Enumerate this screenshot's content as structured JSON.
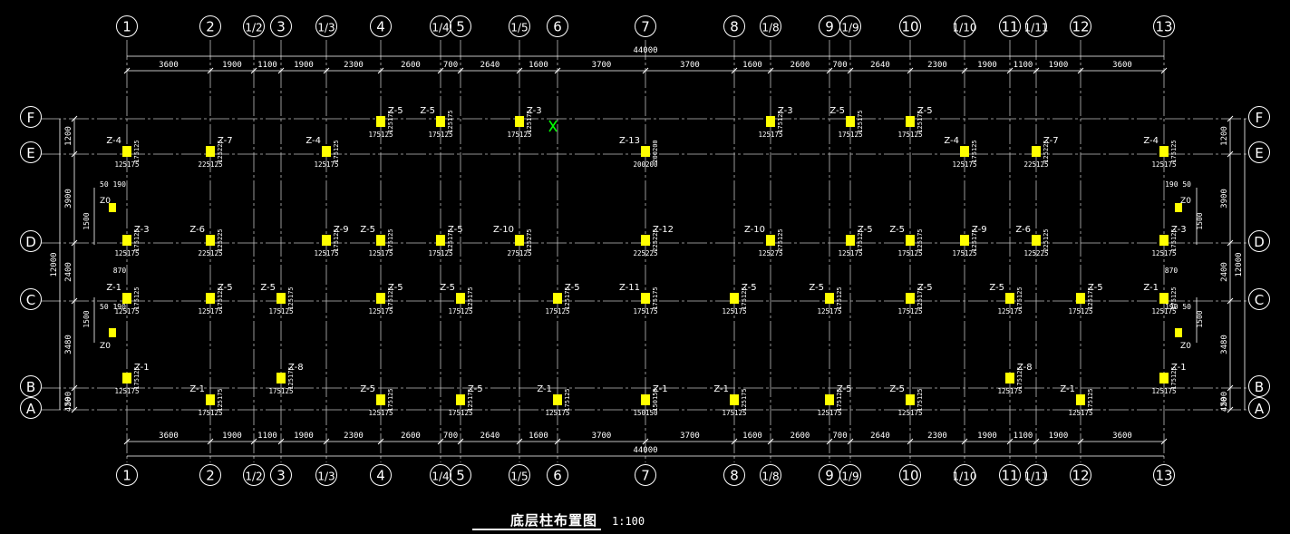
{
  "drawing": {
    "title": "底层柱布置图",
    "scale": "1:100",
    "colors": {
      "background": "#000000",
      "column": "#ffff00",
      "dimension": "#ffffff",
      "axis_bubble": "#ffffff",
      "grid_line": "#bfbfbf",
      "label": "#ffffff",
      "highlight": "#00ff00"
    }
  },
  "axes_numbered": [
    "1",
    "2",
    "1/2",
    "3",
    "1/3",
    "4",
    "1/4",
    "5",
    "1/5",
    "6",
    "7",
    "8",
    "1/8",
    "9",
    "1/9",
    "10",
    "1/10",
    "11",
    "1/11",
    "12",
    "13"
  ],
  "axes_lettered": [
    "F",
    "E",
    "D",
    "C",
    "B",
    "A"
  ],
  "dimensions": {
    "total": "44000",
    "top_spans": [
      "3600",
      "1900",
      "1100",
      "1900",
      "2300",
      "2600",
      "700",
      "2640",
      "1600",
      "3700",
      "3700",
      "1600",
      "2600",
      "700",
      "2640",
      "2300",
      "1900",
      "1100",
      "1900",
      "3600"
    ],
    "bottom_spans": [
      "3600",
      "1900",
      "1100",
      "1900",
      "2300",
      "2600",
      "700",
      "2640",
      "1600",
      "3700",
      "3700",
      "1600",
      "2600",
      "700",
      "2640",
      "2300",
      "1900",
      "1100",
      "1900",
      "3600"
    ],
    "left_outer": "12000",
    "left_inner": [
      "1200",
      "3900",
      "2400",
      "3480",
      "500",
      "420"
    ],
    "right_outer": "12000",
    "right_inner": [
      "1200",
      "3900",
      "2400",
      "3480",
      "500",
      "420"
    ],
    "detail_left": [
      "50",
      "190",
      "1500",
      "870",
      "50",
      "190",
      "1500"
    ],
    "detail_right": [
      "190",
      "50",
      "1500",
      "870",
      "190",
      "50",
      "1500"
    ]
  },
  "columns": [
    {
      "label": "Z-4",
      "d1": "125",
      "d2": "175",
      "axis": "1",
      "row": "E"
    },
    {
      "label": "Z-7",
      "d1": "225",
      "d2": "125",
      "axis": "2",
      "row": "E"
    },
    {
      "label": "Z-4",
      "d1": "125",
      "d2": "175",
      "axis": "1/3",
      "row": "E"
    },
    {
      "label": "Z-5",
      "d1": "175",
      "d2": "125",
      "axis": "4",
      "row": "F"
    },
    {
      "label": "Z-5",
      "d1": "175",
      "d2": "125",
      "axis": "1/4",
      "row": "F"
    },
    {
      "label": "Z-3",
      "d1": "175",
      "d2": "125",
      "axis": "1/5",
      "row": "F"
    },
    {
      "label": "Z-13",
      "d1": "200",
      "d2": "200",
      "axis": "7",
      "row": "E"
    },
    {
      "label": "Z-3",
      "d1": "125",
      "d2": "175",
      "axis": "1/8",
      "row": "F"
    },
    {
      "label": "Z-5",
      "d1": "175",
      "d2": "125",
      "axis": "1/9",
      "row": "F"
    },
    {
      "label": "Z-5",
      "d1": "175",
      "d2": "125",
      "axis": "10",
      "row": "F"
    },
    {
      "label": "Z-4",
      "d1": "125",
      "d2": "175",
      "axis": "1/10",
      "row": "E"
    },
    {
      "label": "Z-7",
      "d1": "225",
      "d2": "125",
      "axis": "1/11",
      "row": "E"
    },
    {
      "label": "Z-4",
      "d1": "125",
      "d2": "175",
      "axis": "13",
      "row": "E"
    },
    {
      "label": "Z-3",
      "d1": "125",
      "d2": "175",
      "axis": "1",
      "row": "D"
    },
    {
      "label": "Z-6",
      "d1": "225",
      "d2": "125",
      "axis": "2",
      "row": "D"
    },
    {
      "label": "Z-9",
      "d1": "125",
      "d2": "175",
      "axis": "1/3",
      "row": "D"
    },
    {
      "label": "Z-5",
      "d1": "125",
      "d2": "175",
      "axis": "4",
      "row": "D"
    },
    {
      "label": "Z-5",
      "d1": "175",
      "d2": "125",
      "axis": "1/4",
      "row": "D"
    },
    {
      "label": "Z-10",
      "d1": "275",
      "d2": "125",
      "axis": "1/5",
      "row": "D"
    },
    {
      "label": "Z-12",
      "d1": "225",
      "d2": "225",
      "axis": "7",
      "row": "D"
    },
    {
      "label": "Z-10",
      "d1": "125",
      "d2": "275",
      "axis": "1/8",
      "row": "D"
    },
    {
      "label": "Z-5",
      "d1": "125",
      "d2": "175",
      "axis": "1/9",
      "row": "D"
    },
    {
      "label": "Z-5",
      "d1": "175",
      "d2": "125",
      "axis": "10",
      "row": "D"
    },
    {
      "label": "Z-9",
      "d1": "175",
      "d2": "125",
      "axis": "1/10",
      "row": "D"
    },
    {
      "label": "Z-6",
      "d1": "125",
      "d2": "225",
      "axis": "1/11",
      "row": "D"
    },
    {
      "label": "Z-3",
      "d1": "125",
      "d2": "175",
      "axis": "13",
      "row": "D"
    },
    {
      "label": "Z-1",
      "d1": "125",
      "d2": "175",
      "axis": "1",
      "row": "C"
    },
    {
      "label": "Z-5",
      "d1": "125",
      "d2": "175",
      "axis": "2",
      "row": "C"
    },
    {
      "label": "Z-5",
      "d1": "175",
      "d2": "125",
      "axis": "3",
      "row": "C"
    },
    {
      "label": "Z-5",
      "d1": "125",
      "d2": "175",
      "axis": "4",
      "row": "C"
    },
    {
      "label": "Z-5",
      "d1": "175",
      "d2": "125",
      "axis": "5",
      "row": "C"
    },
    {
      "label": "Z-5",
      "d1": "175",
      "d2": "125",
      "axis": "6",
      "row": "C"
    },
    {
      "label": "Z-11",
      "d1": "175",
      "d2": "175",
      "axis": "7",
      "row": "C"
    },
    {
      "label": "Z-5",
      "d1": "125",
      "d2": "175",
      "axis": "8",
      "row": "C"
    },
    {
      "label": "Z-5",
      "d1": "125",
      "d2": "175",
      "axis": "9",
      "row": "C"
    },
    {
      "label": "Z-5",
      "d1": "175",
      "d2": "125",
      "axis": "10",
      "row": "C"
    },
    {
      "label": "Z-5",
      "d1": "125",
      "d2": "175",
      "axis": "11",
      "row": "C"
    },
    {
      "label": "Z-5",
      "d1": "175",
      "d2": "125",
      "axis": "12",
      "row": "C"
    },
    {
      "label": "Z-1",
      "d1": "125",
      "d2": "175",
      "axis": "13",
      "row": "C"
    },
    {
      "label": "Z-1",
      "d1": "125",
      "d2": "175",
      "axis": "1",
      "row": "B"
    },
    {
      "label": "Z-1",
      "d1": "175",
      "d2": "125",
      "axis": "2",
      "row": "A"
    },
    {
      "label": "Z-8",
      "d1": "175",
      "d2": "125",
      "axis": "3",
      "row": "B"
    },
    {
      "label": "Z-5",
      "d1": "125",
      "d2": "175",
      "axis": "4",
      "row": "A"
    },
    {
      "label": "Z-5",
      "d1": "175",
      "d2": "125",
      "axis": "5",
      "row": "A"
    },
    {
      "label": "Z-1",
      "d1": "125",
      "d2": "175",
      "axis": "6",
      "row": "A"
    },
    {
      "label": "Z-1",
      "d1": "150",
      "d2": "150",
      "axis": "7",
      "row": "A"
    },
    {
      "label": "Z-1",
      "d1": "175",
      "d2": "125",
      "axis": "8",
      "row": "A"
    },
    {
      "label": "Z-5",
      "d1": "125",
      "d2": "175",
      "axis": "9",
      "row": "A"
    },
    {
      "label": "Z-5",
      "d1": "125",
      "d2": "175",
      "axis": "10",
      "row": "A"
    },
    {
      "label": "Z-8",
      "d1": "125",
      "d2": "175",
      "axis": "11",
      "row": "B"
    },
    {
      "label": "Z-1",
      "d1": "125",
      "d2": "175",
      "axis": "12",
      "row": "A"
    },
    {
      "label": "Z-1",
      "d1": "125",
      "d2": "175",
      "axis": "13",
      "row": "B"
    }
  ],
  "detail_tags": [
    "Z0",
    "Z0",
    "Z0",
    "Z0"
  ]
}
